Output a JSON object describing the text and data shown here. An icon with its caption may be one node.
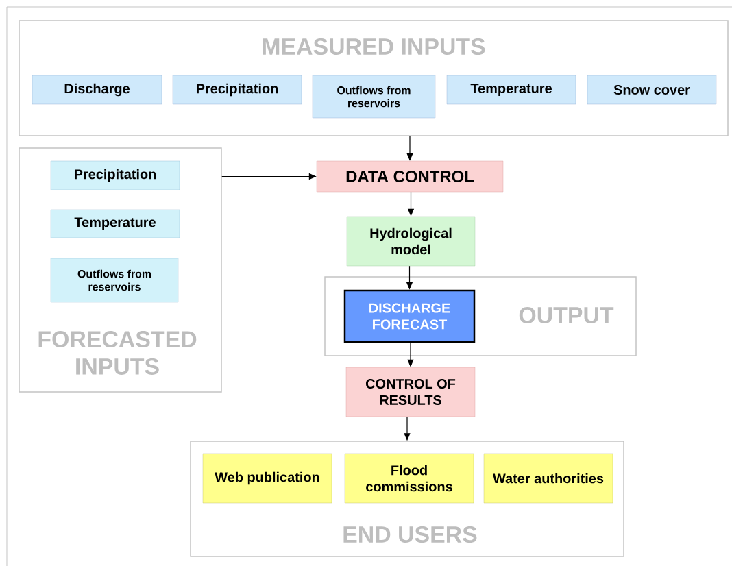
{
  "diagram": {
    "nodes": [
      {
        "text": [
          "MEASURED INPUTS"
        ]
      },
      {
        "text": [
          "Discharge"
        ],
        "in": 0
      },
      {
        "text": [
          "Precipitation"
        ],
        "in": 0
      },
      {
        "text": [
          "Outflows from reservoirs"
        ],
        "in": 0
      },
      {
        "text": [
          "Temperature"
        ],
        "in": 0
      },
      {
        "text": [
          "Snow cover"
        ],
        "in": 0
      },
      {
        "text": [
          "FORECASTED INPUTS"
        ]
      },
      {
        "text": [
          "Precipitation"
        ],
        "in": 6
      },
      {
        "text": [
          "Temperature"
        ],
        "in": 6
      },
      {
        "text": [
          "Outflows from reservoirs"
        ],
        "in": 6
      },
      {
        "text": [
          "DATA CONTROL"
        ]
      },
      {
        "text": [
          "Hydrological model"
        ]
      },
      {
        "text": [
          "OUTPUT"
        ]
      },
      {
        "text": [
          "DISCHARGE FORECAST"
        ],
        "in": 12
      },
      {
        "text": [
          "CONTROL OF RESULTS"
        ]
      },
      {
        "text": [
          "END USERS"
        ]
      },
      {
        "text": [
          "Web publication"
        ],
        "in": 15
      },
      {
        "text": [
          "Flood commissions"
        ],
        "in": 15
      },
      {
        "text": [
          "Water authorities"
        ],
        "in": 15
      }
    ],
    "edges": [
      {
        "from": 0,
        "to": 10,
        "arrow": "to"
      },
      {
        "from": 6,
        "to": 10,
        "arrow": "to"
      },
      {
        "from": 10,
        "to": 11,
        "arrow": "to"
      },
      {
        "from": 11,
        "to": 13,
        "arrow": "to"
      },
      {
        "from": 13,
        "to": 14,
        "arrow": "to"
      },
      {
        "from": 14,
        "to": 15,
        "arrow": "to"
      }
    ]
  }
}
